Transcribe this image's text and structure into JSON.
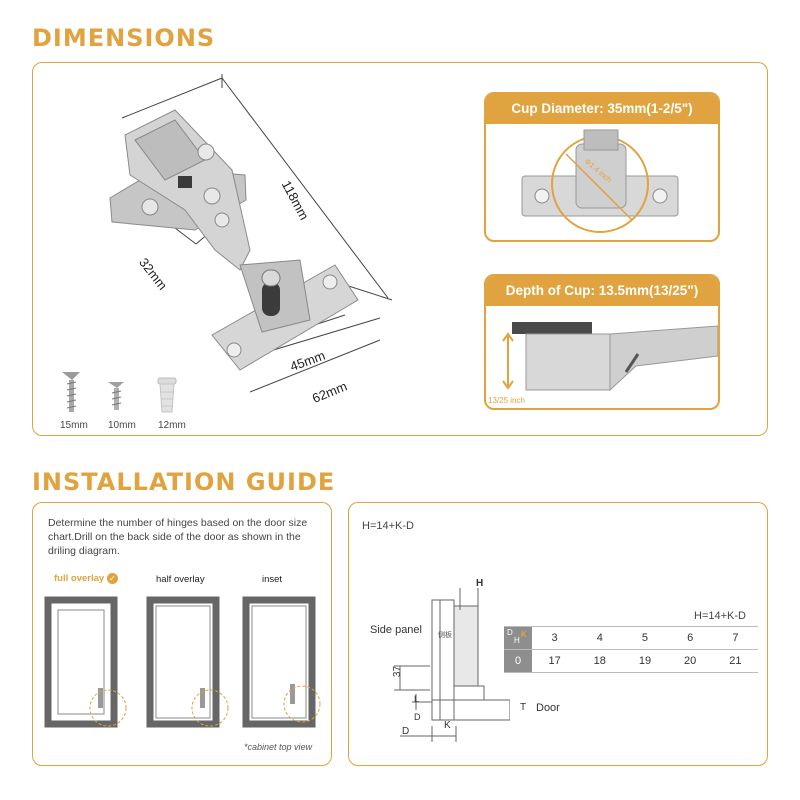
{
  "colors": {
    "accent": "#e0a33f",
    "frame": "#6f6f6f",
    "metal": "#c9c9c9"
  },
  "dimensions": {
    "title": "DIMENSIONS",
    "labels": {
      "length": "118mm",
      "plate": "32mm",
      "cup_to_edge": "45mm",
      "width": "62mm"
    },
    "screws": [
      {
        "label": "15mm"
      },
      {
        "label": "10mm"
      },
      {
        "label": "12mm"
      }
    ],
    "cup_diameter": {
      "title": "Cup Diameter: 35mm(1-2/5\")",
      "inner": "Φ1.4 inch"
    },
    "cup_depth": {
      "title": "Depth of Cup: 13.5mm(13/25\")",
      "inner": "13/25 inch"
    }
  },
  "installation": {
    "title": "INSTALLATION GUIDE",
    "description": "Determine the number of hinges based on the door size chart.Drill on the back side of the door as shown in the driling diagram.",
    "overlays": [
      {
        "label": "full overlay"
      },
      {
        "label": "half overlay"
      },
      {
        "label": "inset"
      }
    ],
    "footnote": "*cabinet top view",
    "formula": "H=14+K-D",
    "diagram": {
      "side_panel": "Side panel",
      "door": "Door",
      "h": "H",
      "d": "D",
      "k": "K",
      "t": "T",
      "dim37": "37",
      "side_plate": "侧板"
    },
    "chart": {
      "formula": "H=14+K-D",
      "header": {
        "d": "D",
        "h": "H",
        "k": "K"
      },
      "row_k": [
        "3",
        "4",
        "5",
        "6",
        "7"
      ],
      "row_zero": "0",
      "row_h": [
        "17",
        "18",
        "19",
        "20",
        "21"
      ]
    }
  }
}
